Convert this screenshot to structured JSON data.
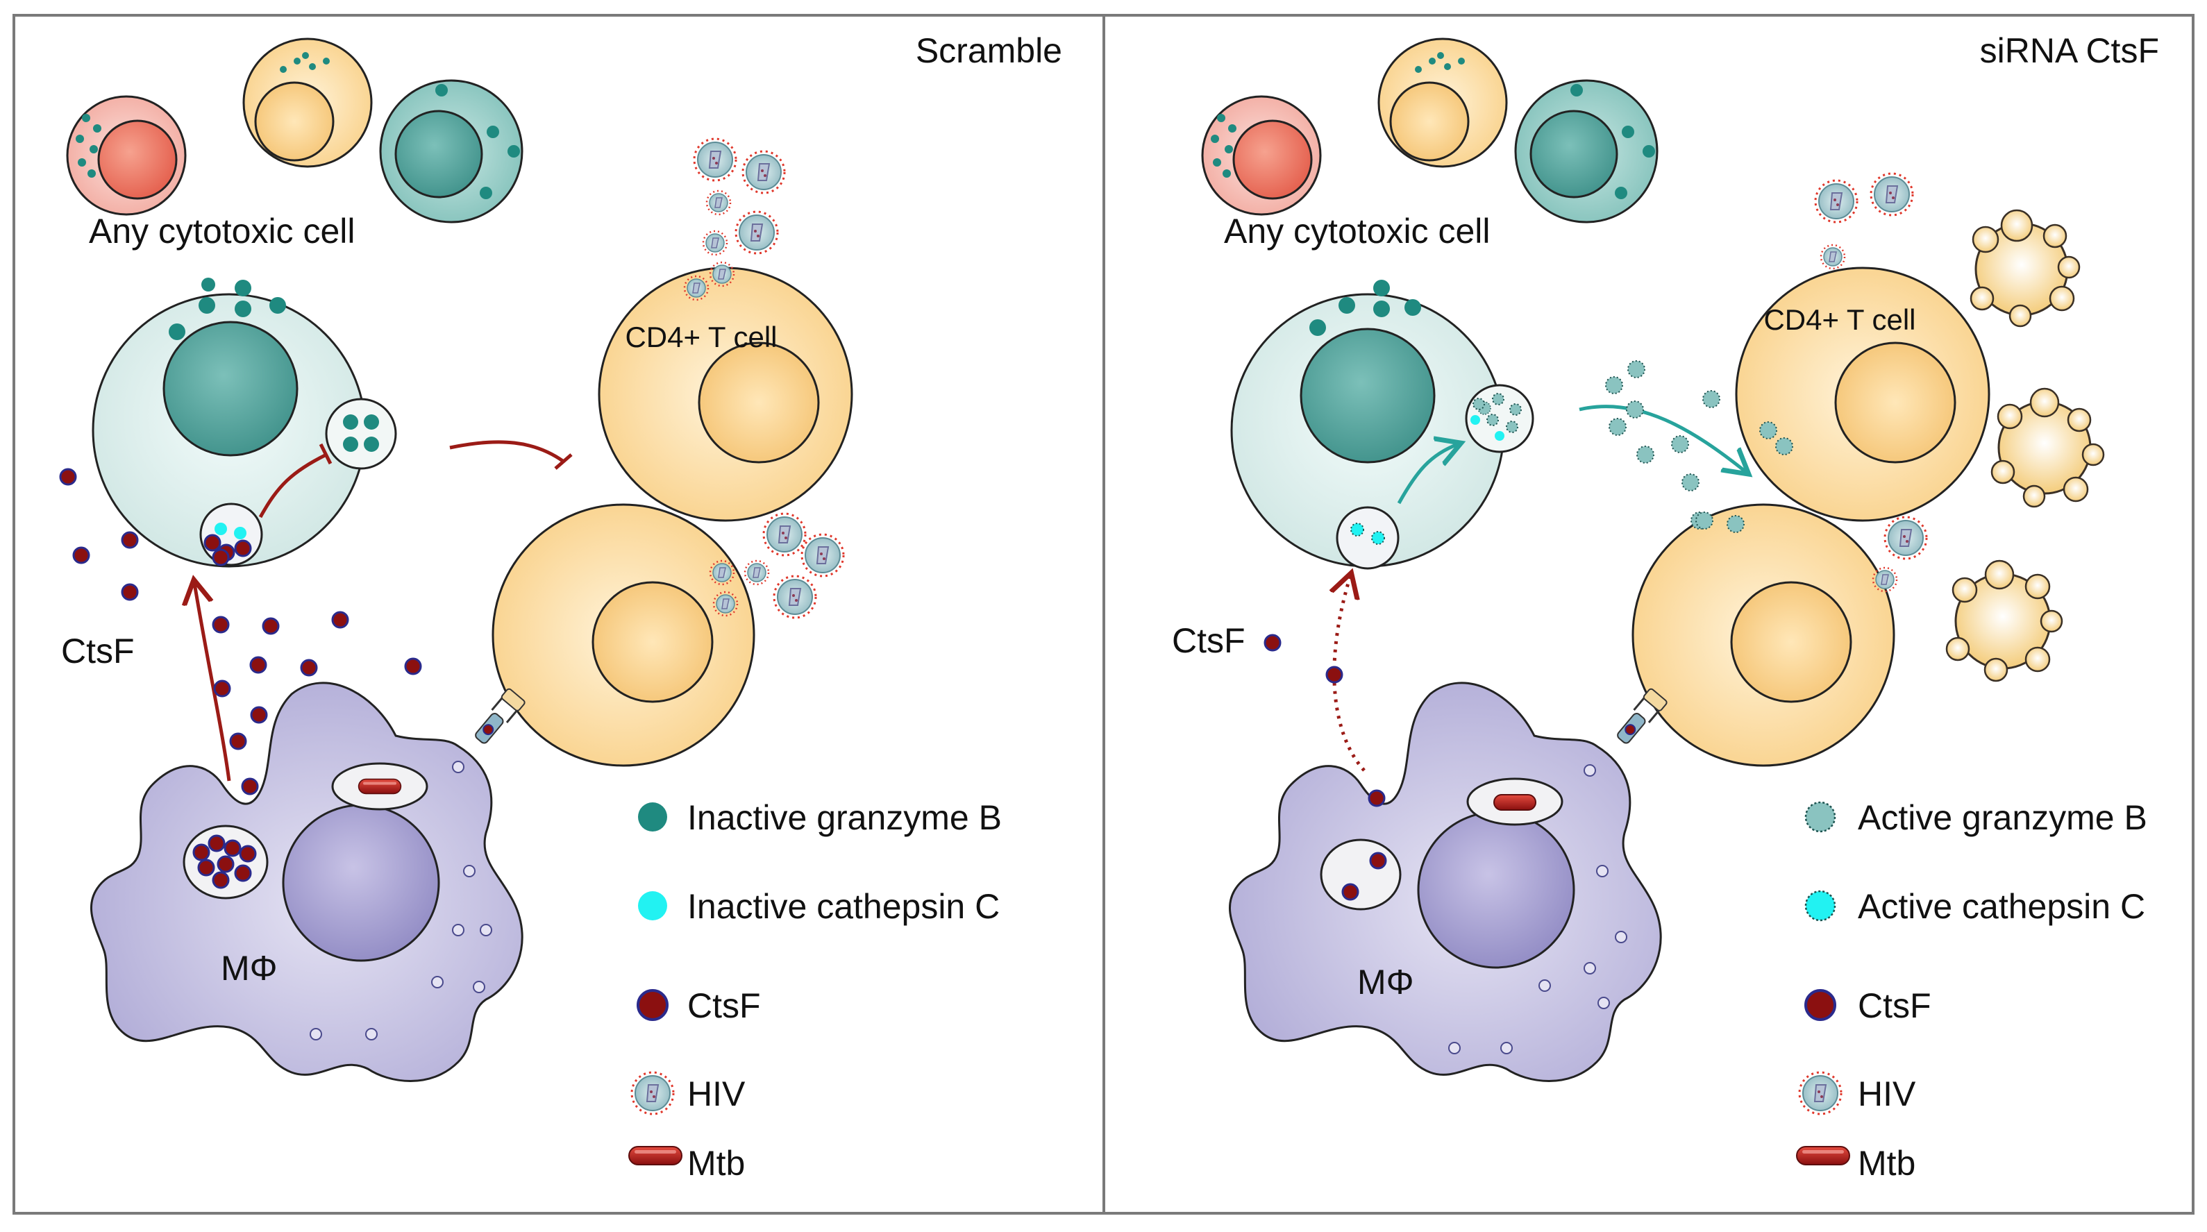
{
  "panels": {
    "left": {
      "title": "Scramble",
      "cytotoxic_label": "Any cytotoxic cell",
      "cd4_label": "CD4+ T cell",
      "ctsf_label": "CtsF",
      "macrophage_label": "MΦ"
    },
    "right": {
      "title": "siRNA CtsF",
      "cytotoxic_label": "Any cytotoxic cell",
      "cd4_label": "CD4+ T cell",
      "ctsf_label": "CtsF",
      "macrophage_label": "MΦ"
    }
  },
  "legend": {
    "left": [
      {
        "icon": "granzyme-inactive-icon",
        "label": "Inactive granzyme B"
      },
      {
        "icon": "cathepsin-inactive-icon",
        "label": "Inactive cathepsin C"
      },
      {
        "icon": "ctsf-icon",
        "label": "CtsF"
      },
      {
        "icon": "hiv-icon",
        "label": "HIV"
      },
      {
        "icon": "mtb-icon",
        "label": "Mtb"
      }
    ],
    "right": [
      {
        "icon": "granzyme-active-icon",
        "label": "Active granzyme B"
      },
      {
        "icon": "cathepsin-active-icon",
        "label": "Active cathepsin C"
      },
      {
        "icon": "ctsf-icon",
        "label": "CtsF"
      },
      {
        "icon": "hiv-icon",
        "label": "HIV"
      },
      {
        "icon": "mtb-icon",
        "label": "Mtb"
      }
    ]
  },
  "colors": {
    "granzyme_inactive": "#1f8a80",
    "cathepsin": "#22f2f2",
    "ctsf_fill": "#8b1010",
    "ctsf_stroke": "#2a2a8c",
    "cytotoxic_cell": "#dff0ee",
    "cytotoxic_nucleus": "#4fa49c",
    "tcell": "#fde2ae",
    "macrophage": "#b4b0d8",
    "arrow_red": "#9b1b16",
    "arrow_teal": "#27a39c",
    "panel_border": "#7a7a7a"
  }
}
